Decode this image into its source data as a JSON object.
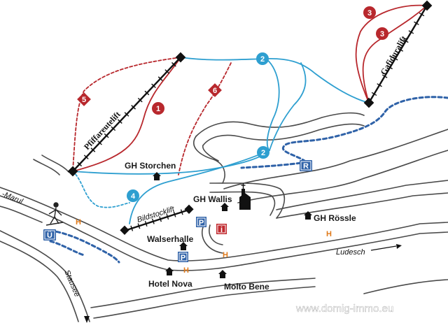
{
  "lifts": {
    "pfiffareute": "Pfiffareutelift",
    "gafidura": "Gafiduralift",
    "bildstock": "Bildstocklift"
  },
  "pistes": {
    "p1": "1",
    "p2a": "2",
    "p2b": "2",
    "p3a": "3",
    "p3b": "3",
    "p4": "4",
    "p5": "5",
    "p6": "6"
  },
  "places": {
    "gh_storchen": "GH Storchen",
    "gh_wallis": "GH Wallis",
    "gh_roessle": "GH Rössle",
    "walserhalle": "Walserhalle",
    "hotel_nova": "Hotel Nova",
    "molto_bene": "Molto Bene"
  },
  "roads": {
    "marul": "-Marul",
    "ludesch": "Ludesch",
    "stausee": "Stausee"
  },
  "markers": {
    "info": "i",
    "parking": "P",
    "bus_stop": "H",
    "loipe_r": "R",
    "loipe_u": "Ü"
  },
  "watermark": "www.domig-immo.eu",
  "colors": {
    "red_piste": "#b8282d",
    "blue_piste": "#2e9fd0",
    "loipe": "#2f62a8",
    "road": "#555555",
    "bus": "#e07a1a"
  }
}
